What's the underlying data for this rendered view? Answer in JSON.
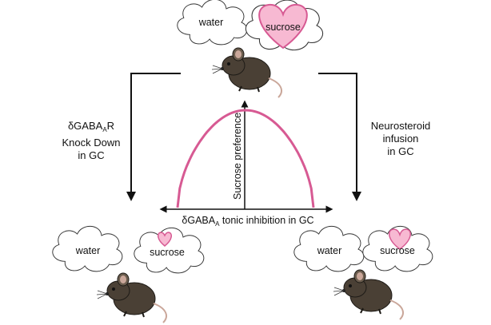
{
  "top": {
    "cloud_water": "water",
    "cloud_sucrose": "sucrose"
  },
  "left": {
    "label_line1_prefix": "δGABA",
    "label_line1_sub": "A",
    "label_line1_suffix": "R",
    "label_line2": "Knock Down",
    "label_line3": "in GC",
    "cloud_water": "water",
    "cloud_sucrose": "sucrose"
  },
  "right": {
    "label_line1": "Neurosteroid",
    "label_line2": "infusion",
    "label_line3": "in GC",
    "cloud_water": "water",
    "cloud_sucrose": "sucrose"
  },
  "graph": {
    "y_label": "Sucrose preference",
    "x_label_prefix": "δGABA",
    "x_label_sub": "A",
    "x_label_suffix": " tonic inhibition in GC"
  },
  "colors": {
    "curve": "#d75a93",
    "heart_fill": "#f7b9d2",
    "heart_stroke": "#d75a93",
    "mouse": "#4a4035"
  }
}
